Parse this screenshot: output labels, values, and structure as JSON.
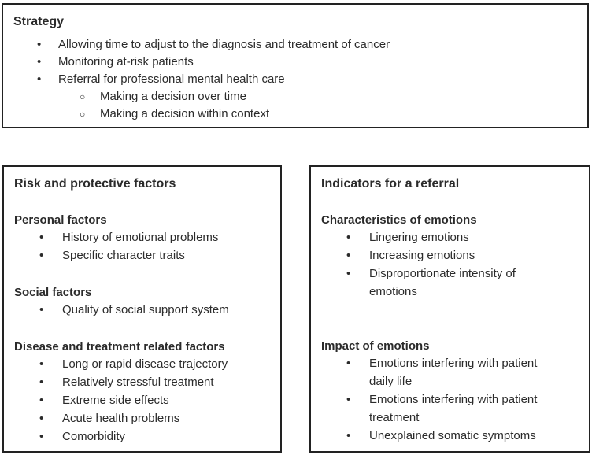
{
  "icons": {
    "bullet": "•",
    "circle": "○"
  },
  "colors": {
    "border": "#222222",
    "text": "#2b2b2b",
    "background": "#ffffff"
  },
  "strategy_box": {
    "title": "Strategy",
    "items": [
      {
        "label": "Allowing time to adjust to the diagnosis and treatment of cancer",
        "sub": []
      },
      {
        "label": "Monitoring at-risk patients",
        "sub": []
      },
      {
        "label": "Referral for professional mental health care",
        "sub": [
          "Making a decision over time",
          "Making a decision within context"
        ]
      }
    ]
  },
  "risk_box": {
    "title": "Risk and protective factors",
    "sections": [
      {
        "heading": "Personal factors",
        "items": [
          "History of emotional problems",
          "Specific character traits"
        ]
      },
      {
        "heading": "Social factors",
        "items": [
          "Quality of social support system"
        ]
      },
      {
        "heading": "Disease and treatment related factors",
        "items": [
          "Long or rapid disease trajectory",
          "Relatively stressful treatment",
          "Extreme side effects",
          "Acute health problems",
          "Comorbidity"
        ]
      }
    ]
  },
  "referral_box": {
    "title": "Indicators for a referral",
    "sections": [
      {
        "heading": "Characteristics of emotions",
        "items": [
          "Lingering emotions",
          "Increasing emotions",
          "Disproportionate intensity of emotions"
        ]
      },
      {
        "heading": "Impact of emotions",
        "items": [
          "Emotions interfering with patient daily life",
          "Emotions interfering with patient treatment",
          "Unexplained somatic symptoms"
        ]
      }
    ]
  }
}
